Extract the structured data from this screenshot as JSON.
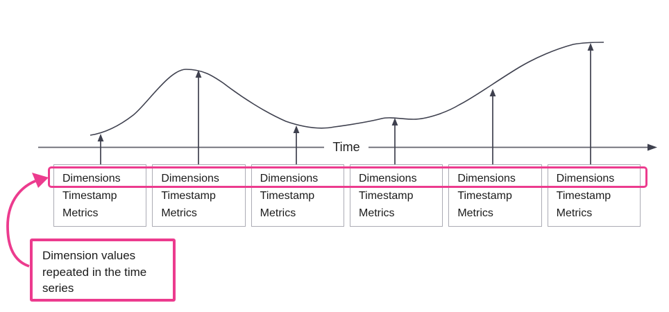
{
  "axis": {
    "label": "Time"
  },
  "records": [
    {
      "dimensions": "Dimensions",
      "timestamp": "Timestamp",
      "metrics": "Metrics"
    },
    {
      "dimensions": "Dimensions",
      "timestamp": "Timestamp",
      "metrics": "Metrics"
    },
    {
      "dimensions": "Dimensions",
      "timestamp": "Timestamp",
      "metrics": "Metrics"
    },
    {
      "dimensions": "Dimensions",
      "timestamp": "Timestamp",
      "metrics": "Metrics"
    },
    {
      "dimensions": "Dimensions",
      "timestamp": "Timestamp",
      "metrics": "Metrics"
    },
    {
      "dimensions": "Dimensions",
      "timestamp": "Timestamp",
      "metrics": "Metrics"
    }
  ],
  "callout": {
    "text": "Dimension values repeated in the time series"
  },
  "colors": {
    "accent_pink": "#EC3B8E",
    "curve_stroke": "#3E404E",
    "axis_stroke": "#63636D",
    "box_border": "#ABABB4",
    "text": "#1A1A1A"
  }
}
